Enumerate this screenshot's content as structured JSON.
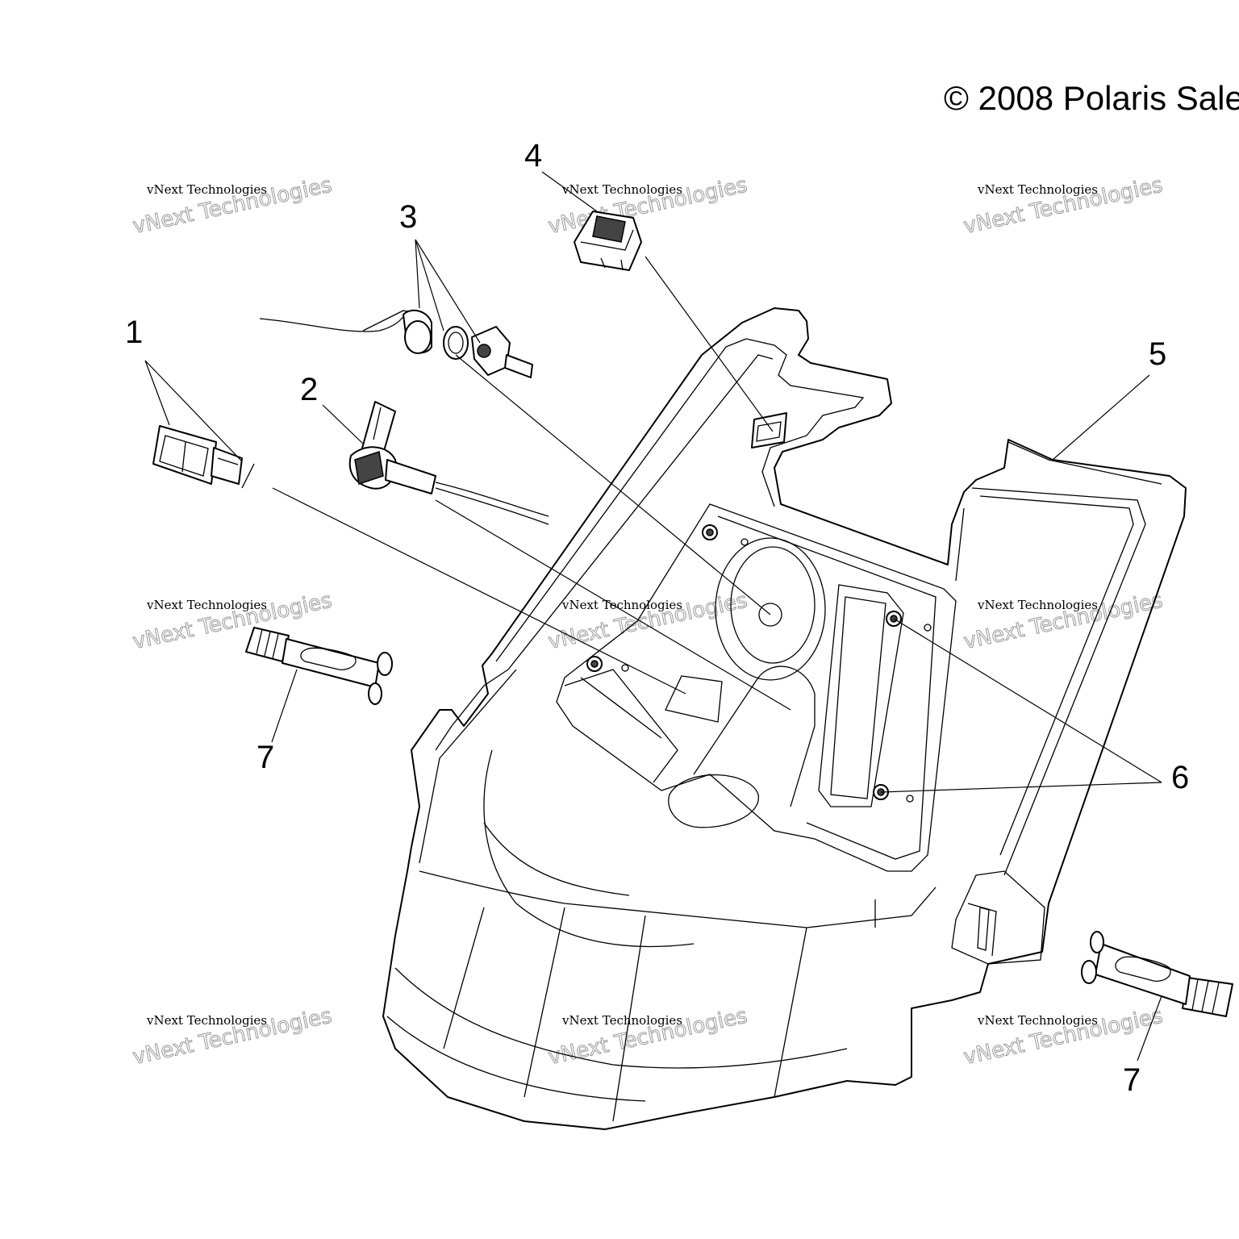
{
  "copyright": "© 2008 Polaris Sale",
  "watermark": {
    "line1": "vNext Technologies",
    "line2": "vNext Technologies"
  },
  "callouts": [
    "1",
    "2",
    "3",
    "4",
    "5",
    "6",
    "7",
    "7"
  ]
}
